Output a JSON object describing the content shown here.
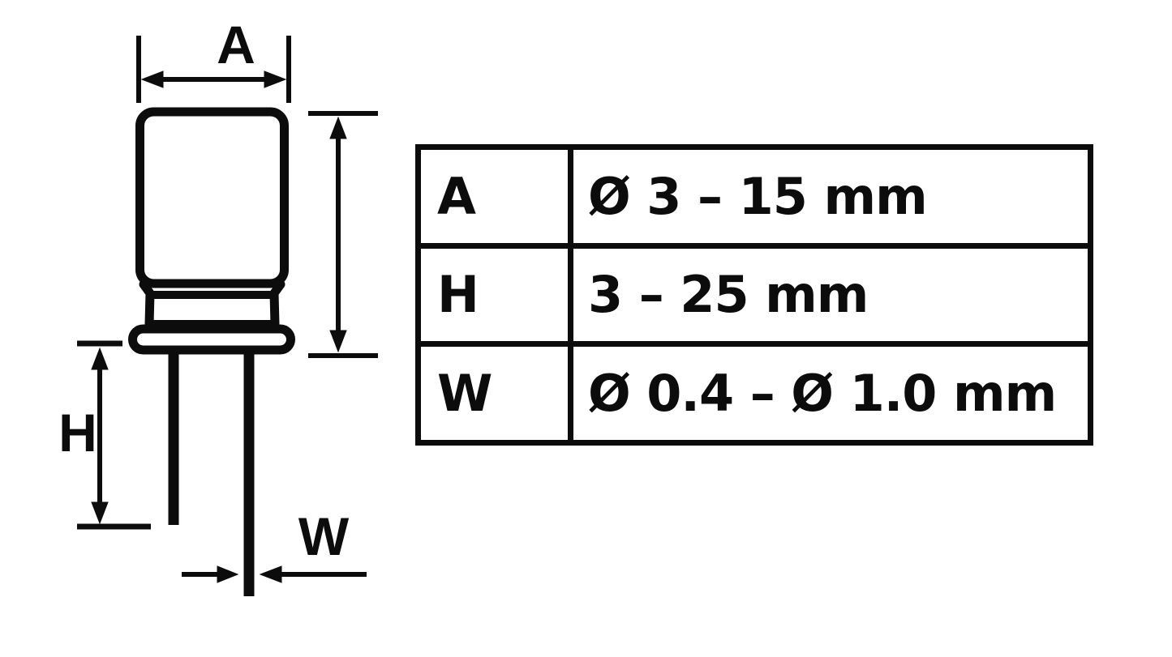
{
  "diagram": {
    "labels": {
      "a": "A",
      "h": "H",
      "w": "W"
    }
  },
  "spec_table": {
    "rows": [
      {
        "param": "A",
        "value": "Ø 3 – 15 mm"
      },
      {
        "param": "H",
        "value": "3 – 25 mm"
      },
      {
        "param": "W",
        "value": "Ø 0.4 – Ø 1.0 mm"
      }
    ]
  },
  "colors": {
    "ink": "#0c0c0c",
    "background": "#ffffff"
  }
}
